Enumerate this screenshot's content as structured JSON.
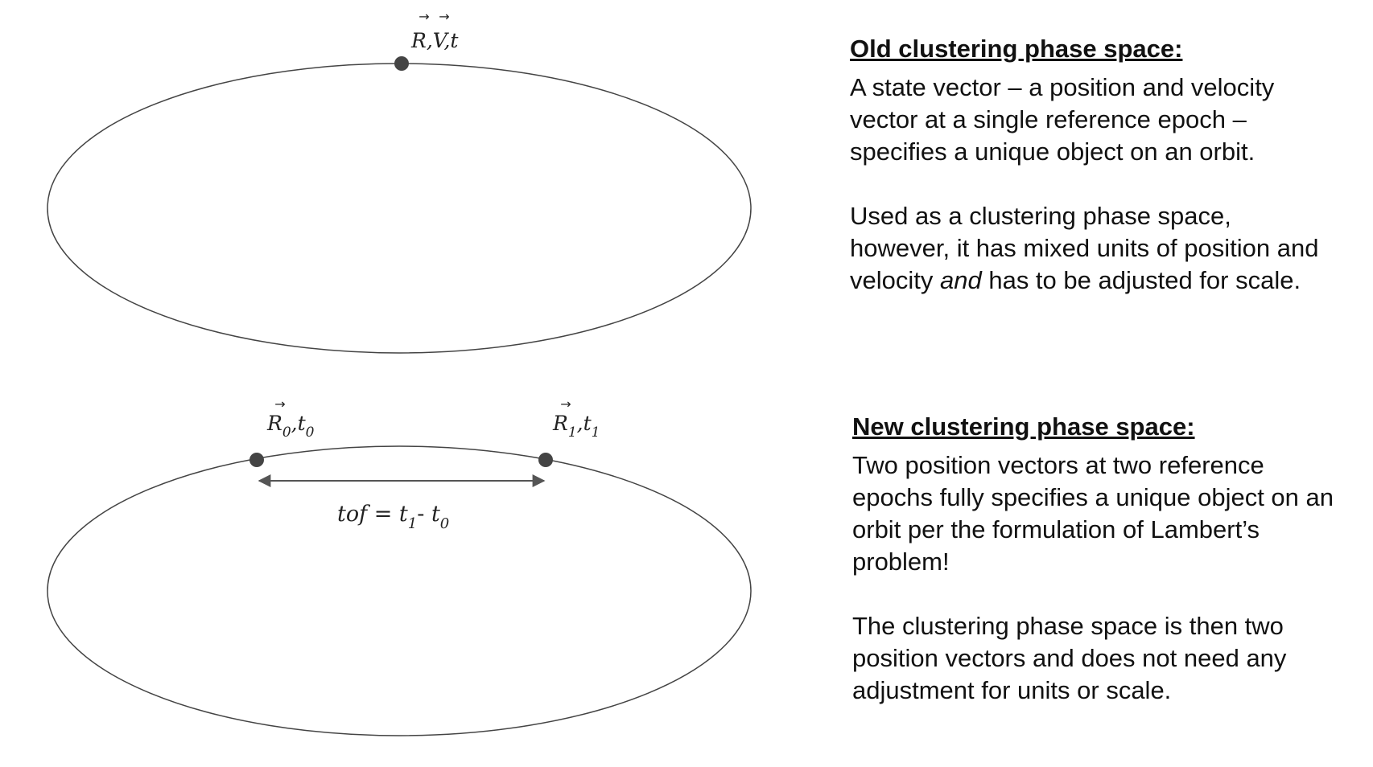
{
  "diagram_top": {
    "point_label": {
      "r": "R",
      "sep1": ",",
      "v": "V",
      "sep2": ",",
      "t": "t"
    }
  },
  "diagram_bottom": {
    "point0_label": {
      "r": "R",
      "sub": "0",
      "sep": ",",
      "t": "t",
      "tsub": "0"
    },
    "point1_label": {
      "r": "R",
      "sub": "1",
      "sep": ",",
      "t": "t",
      "tsub": "1"
    },
    "tof_label": {
      "lhs": "tof",
      "eq": " = ",
      "t1": "t",
      "t1sub": "1",
      "minus": "- ",
      "t0": "t",
      "t0sub": "0"
    }
  },
  "old_panel": {
    "title": "Old clustering phase space:",
    "para1": "A state vector – a position and velocity vector at a single reference epoch – specifies a unique object on an orbit.",
    "para2_a": "Used as a clustering phase space, however, it has mixed units of position and velocity ",
    "para2_em": "and",
    "para2_b": " has to be adjusted for scale."
  },
  "new_panel": {
    "title": "New clustering phase space:",
    "para1": "Two position vectors at two reference epochs fully specifies a unique object on an orbit per the formulation of Lambert’s problem!",
    "para2": "The clustering phase space is then two position vectors and does not need any adjustment for units or scale."
  }
}
